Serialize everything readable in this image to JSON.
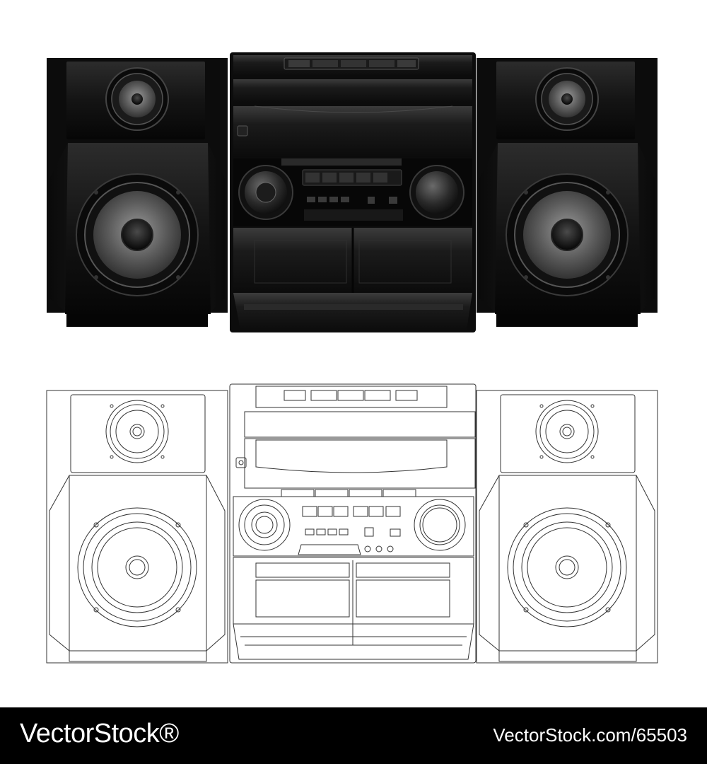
{
  "illustration": {
    "subject": "compact-hifi-stereo-system",
    "variants": [
      "filled-black-render",
      "line-art-outline"
    ],
    "colors": {
      "body": "#151515",
      "bodyLight": "#3a3a3a",
      "cone": "#5a5a5a",
      "outline": "#333333",
      "background": "#ffffff"
    }
  },
  "watermark": {
    "brand": "VectorStock®",
    "image_id": "VectorStock.com/65503",
    "bar_color": "#000000",
    "text_color": "#ffffff"
  }
}
